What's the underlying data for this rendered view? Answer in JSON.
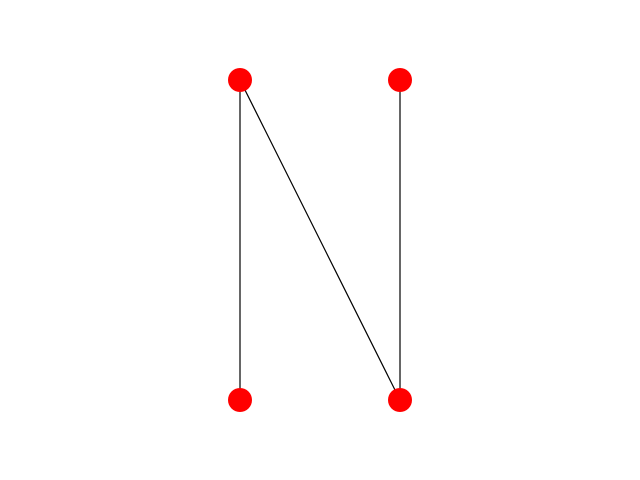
{
  "graph": {
    "node_color": "#ff0000",
    "edge_color": "#000000",
    "background_color": "#ffffff",
    "nodes": [
      {
        "id": "top-left"
      },
      {
        "id": "top-right"
      },
      {
        "id": "bottom-left"
      },
      {
        "id": "bottom-right"
      }
    ],
    "edges": [
      {
        "source": "top-left",
        "target": "bottom-left"
      },
      {
        "source": "top-left",
        "target": "bottom-right"
      },
      {
        "source": "top-right",
        "target": "bottom-right"
      }
    ]
  }
}
